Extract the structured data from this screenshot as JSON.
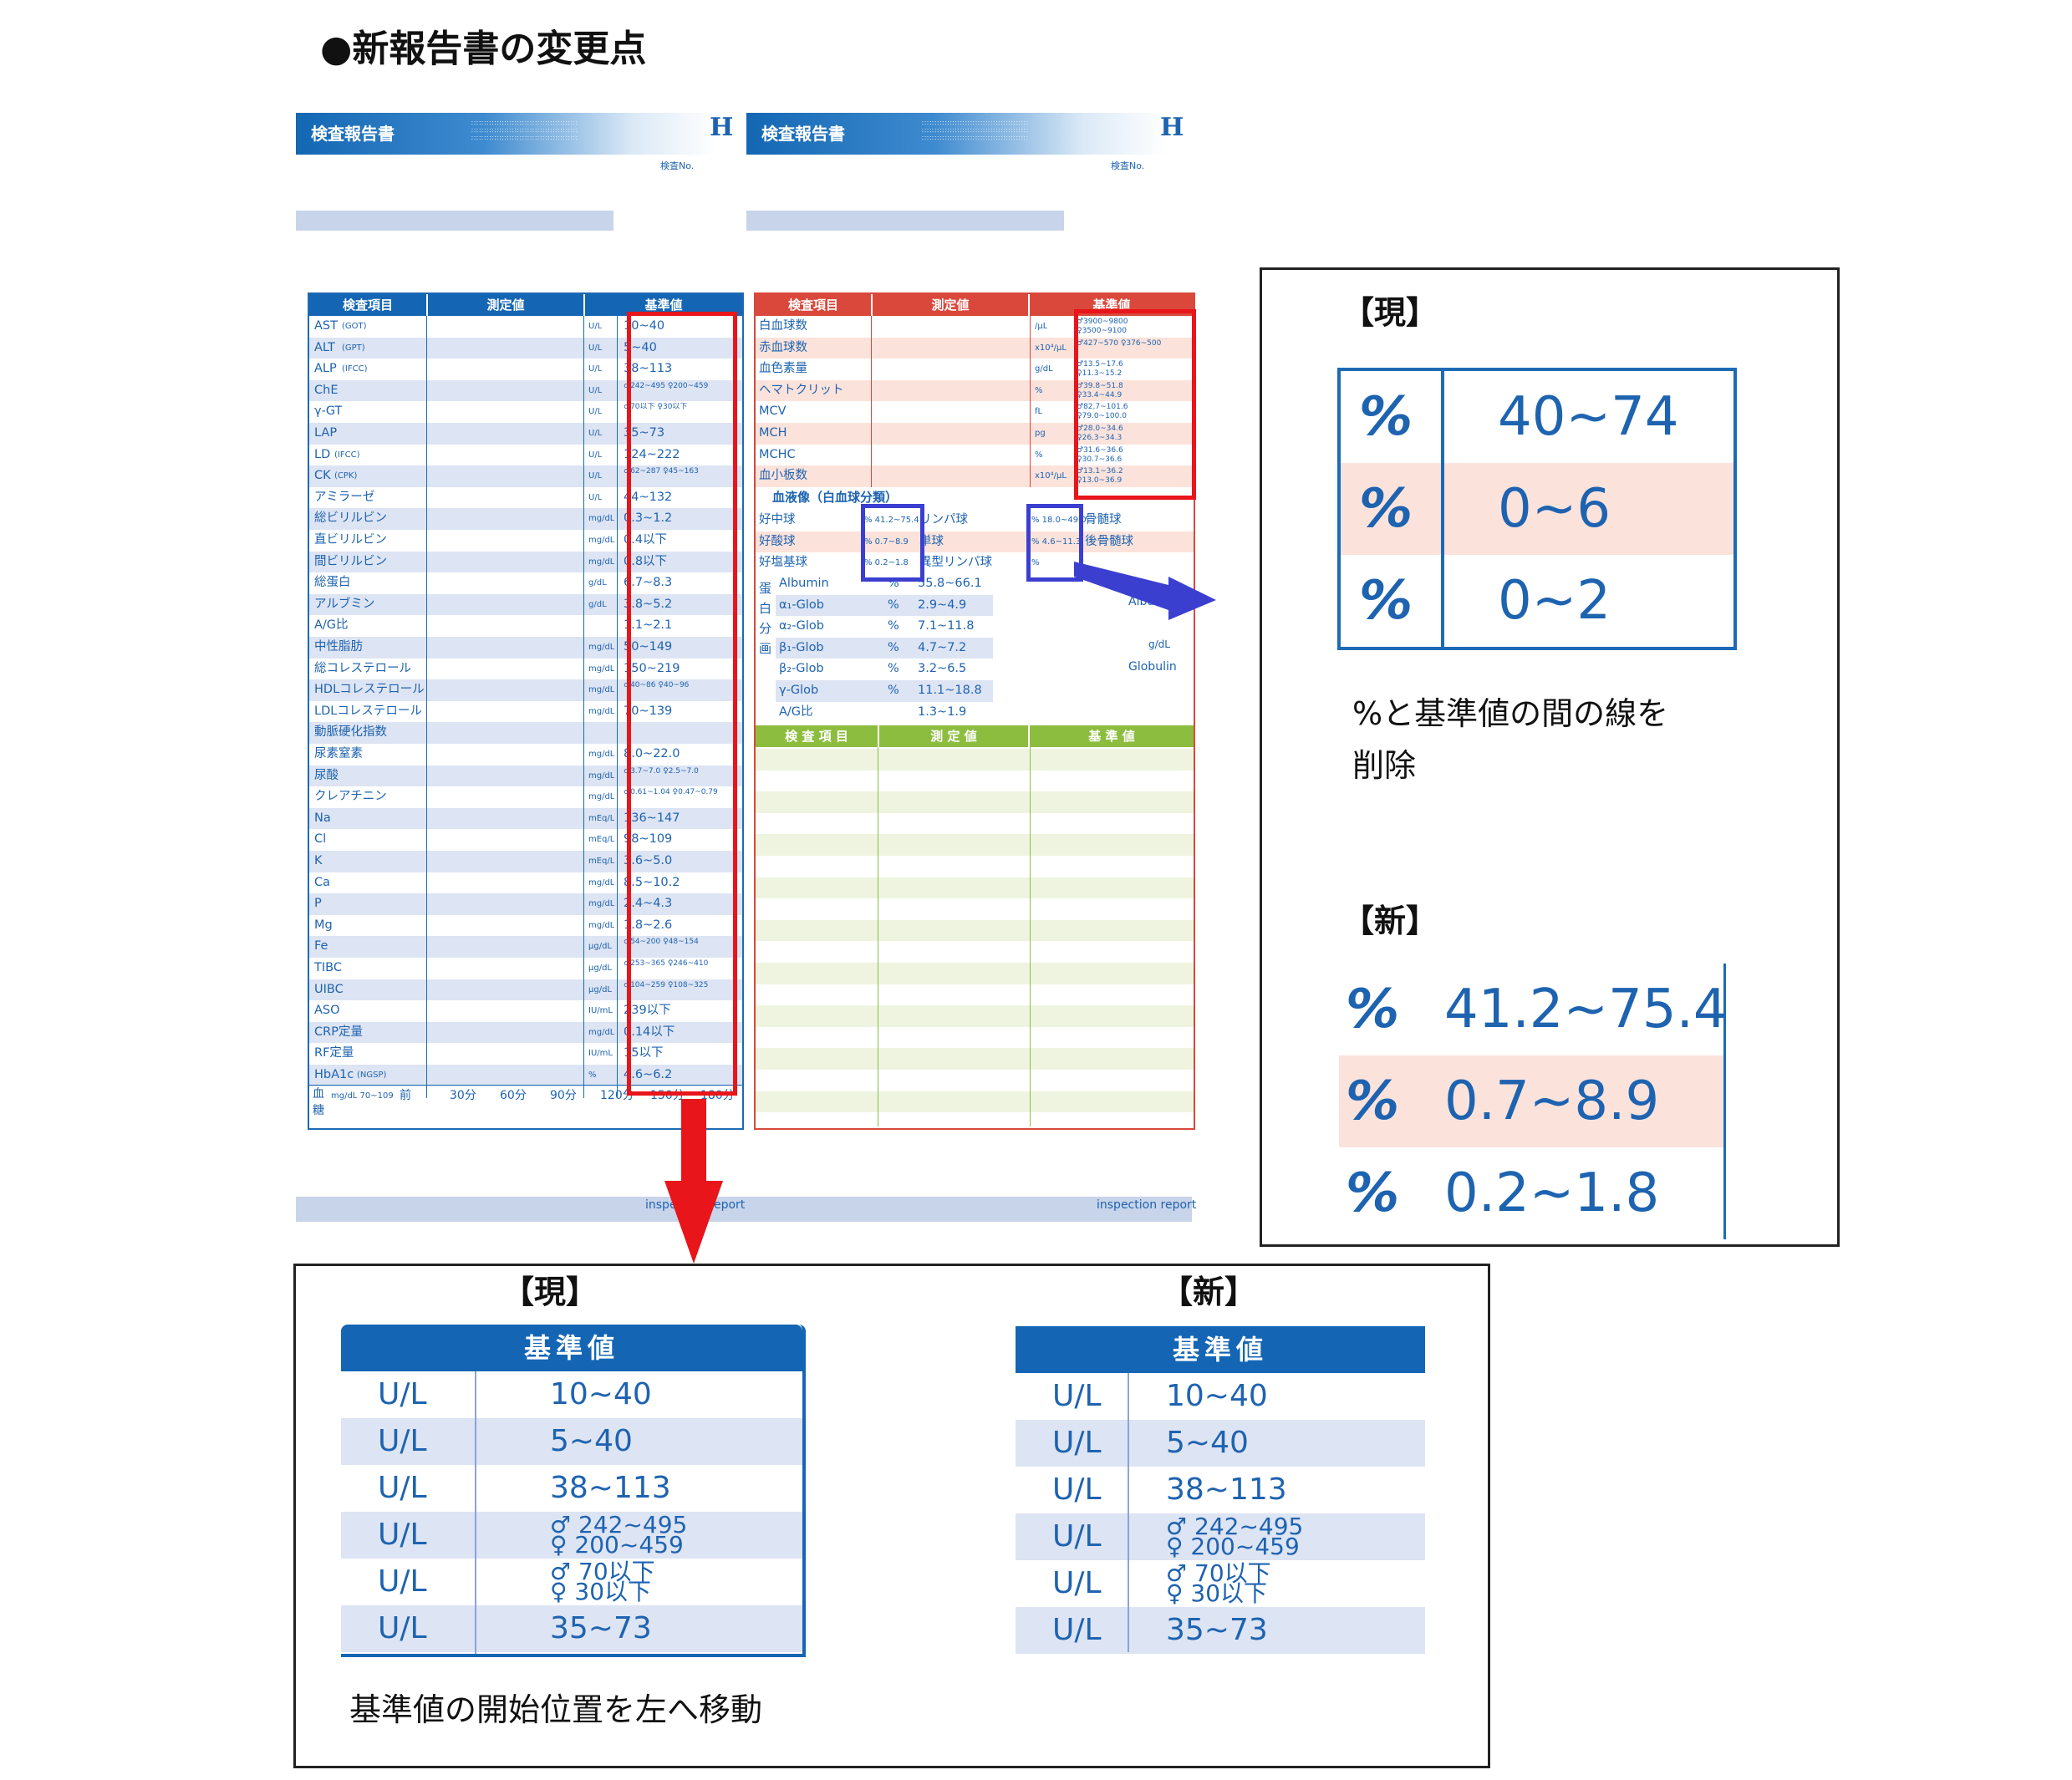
{
  "page_title": "●新報告書の変更点",
  "sheet": {
    "title": "検査報告書",
    "inspection_no": "検査No.",
    "footer": "inspection report",
    "logo": "H",
    "left_headers": [
      "検査項目",
      "測定値",
      "基準値"
    ],
    "right_headers": [
      "検査項目",
      "測定値",
      "基準値"
    ],
    "right_bottom_headers": [
      "検 査 項 目",
      "測 定 値",
      "基 準 値"
    ]
  },
  "left_rows": [
    {
      "item": "AST",
      "sub": "(GOT)",
      "unit": "U/L",
      "ref": "10~40"
    },
    {
      "item": "ALT",
      "sub": "(GPT)",
      "unit": "U/L",
      "ref": "5~40"
    },
    {
      "item": "ALP",
      "sub": "(IFCC)",
      "unit": "U/L",
      "ref": "38~113"
    },
    {
      "item": "ChE",
      "sub": "",
      "unit": "U/L",
      "ref": "♂242~495 ♀200~459"
    },
    {
      "item": "γ-GT",
      "sub": "",
      "unit": "U/L",
      "ref": "♂70以下 ♀30以下"
    },
    {
      "item": "LAP",
      "sub": "",
      "unit": "U/L",
      "ref": "35~73"
    },
    {
      "item": "LD",
      "sub": "(IFCC)",
      "unit": "U/L",
      "ref": "124~222"
    },
    {
      "item": "CK",
      "sub": "(CPK)",
      "unit": "U/L",
      "ref": "♂62~287 ♀45~163"
    },
    {
      "item": "アミラーゼ",
      "sub": "",
      "unit": "U/L",
      "ref": "44~132"
    },
    {
      "item": "総ビリルビン",
      "sub": "",
      "unit": "mg/dL",
      "ref": "0.3~1.2"
    },
    {
      "item": "直ビリルビン",
      "sub": "",
      "unit": "mg/dL",
      "ref": "0.4以下"
    },
    {
      "item": "間ビリルビン",
      "sub": "",
      "unit": "mg/dL",
      "ref": "0.8以下"
    },
    {
      "item": "総蛋白",
      "sub": "",
      "unit": "g/dL",
      "ref": "6.7~8.3"
    },
    {
      "item": "アルブミン",
      "sub": "",
      "unit": "g/dL",
      "ref": "3.8~5.2"
    },
    {
      "item": "A/G比",
      "sub": "",
      "unit": "",
      "ref": "1.1~2.1"
    },
    {
      "item": "中性脂肪",
      "sub": "",
      "unit": "mg/dL",
      "ref": "50~149"
    },
    {
      "item": "総コレステロール",
      "sub": "",
      "unit": "mg/dL",
      "ref": "150~219"
    },
    {
      "item": "HDLコレステロール",
      "sub": "",
      "unit": "mg/dL",
      "ref": "♂40~86 ♀40~96"
    },
    {
      "item": "LDLコレステロール",
      "sub": "",
      "unit": "mg/dL",
      "ref": "70~139"
    },
    {
      "item": "動脈硬化指数",
      "sub": "",
      "unit": "",
      "ref": ""
    },
    {
      "item": "尿素窒素",
      "sub": "",
      "unit": "mg/dL",
      "ref": "8.0~22.0"
    },
    {
      "item": "尿酸",
      "sub": "",
      "unit": "mg/dL",
      "ref": "♂3.7~7.0 ♀2.5~7.0"
    },
    {
      "item": "クレアチニン",
      "sub": "",
      "unit": "mg/dL",
      "ref": "♂0.61~1.04 ♀0.47~0.79"
    },
    {
      "item": "Na",
      "sub": "",
      "unit": "mEq/L",
      "ref": "136~147"
    },
    {
      "item": "Cl",
      "sub": "",
      "unit": "mEq/L",
      "ref": "98~109"
    },
    {
      "item": "K",
      "sub": "",
      "unit": "mEq/L",
      "ref": "3.6~5.0"
    },
    {
      "item": "Ca",
      "sub": "",
      "unit": "mg/dL",
      "ref": "8.5~10.2"
    },
    {
      "item": "P",
      "sub": "",
      "unit": "mg/dL",
      "ref": "2.4~4.3"
    },
    {
      "item": "Mg",
      "sub": "",
      "unit": "mg/dL",
      "ref": "1.8~2.6"
    },
    {
      "item": "Fe",
      "sub": "",
      "unit": "μg/dL",
      "ref": "♂54~200 ♀48~154"
    },
    {
      "item": "TIBC",
      "sub": "",
      "unit": "μg/dL",
      "ref": "♂253~365 ♀246~410"
    },
    {
      "item": "UIBC",
      "sub": "",
      "unit": "μg/dL",
      "ref": "♂104~259 ♀108~325"
    },
    {
      "item": "ASO",
      "sub": "",
      "unit": "IU/mL",
      "ref": "239以下"
    },
    {
      "item": "CRP定量",
      "sub": "",
      "unit": "mg/dL",
      "ref": "0.14以下"
    },
    {
      "item": "RF定量",
      "sub": "",
      "unit": "IU/mL",
      "ref": "15以下"
    },
    {
      "item": "HbA1c",
      "sub": "(NGSP)",
      "unit": "%",
      "ref": "4.6~6.2"
    }
  ],
  "glucose_row": {
    "label": "血糖",
    "unit": "mg/dL 70~109",
    "cols": [
      "前",
      "30分",
      "60分",
      "90分",
      "120分",
      "150分",
      "180分"
    ]
  },
  "right_rows": [
    {
      "item": "白血球数",
      "unit": "/μL",
      "ref": "♂3900~9800 ♀3500~9100"
    },
    {
      "item": "赤血球数",
      "unit": "x10⁴/μL",
      "ref": "♂427~570 ♀376~500"
    },
    {
      "item": "血色素量",
      "unit": "g/dL",
      "ref": "♂13.5~17.6 ♀11.3~15.2"
    },
    {
      "item": "ヘマトクリット",
      "unit": "%",
      "ref": "♂39.8~51.8 ♀33.4~44.9"
    },
    {
      "item": "MCV",
      "unit": "fL",
      "ref": "♂82.7~101.6 ♀79.0~100.0"
    },
    {
      "item": "MCH",
      "unit": "pg",
      "ref": "♂28.0~34.6 ♀26.3~34.3"
    },
    {
      "item": "MCHC",
      "unit": "%",
      "ref": "♂31.6~36.6 ♀30.7~36.6"
    },
    {
      "item": "血小板数",
      "unit": "x10⁴/μL",
      "ref": "♂13.1~36.2 ♀13.0~36.9"
    }
  ],
  "blood_image_title": "血液像（白血球分類）",
  "blood_image_rows": [
    {
      "left": "好中球",
      "left_ref": "% 41.2~75.4",
      "right": "リンパ球",
      "right_ref": "% 18.0~49.0",
      "extra": "骨髄球"
    },
    {
      "left": "好酸球",
      "left_ref": "% 0.7~8.9",
      "right": "単球",
      "right_ref": "% 4.6~11.3",
      "extra": "後骨髄球"
    },
    {
      "left": "好塩基球",
      "left_ref": "% 0.2~1.8",
      "right": "異型リンパ球",
      "right_ref": "%",
      "extra": ""
    }
  ],
  "protein_group_label": "蛋白分画",
  "protein_rows": [
    {
      "item": "Albumin",
      "unit": "%",
      "ref": "55.8~66.1"
    },
    {
      "item": "α₁-Glob",
      "unit": "%",
      "ref": "2.9~4.9"
    },
    {
      "item": "α₂-Glob",
      "unit": "%",
      "ref": "7.1~11.8"
    },
    {
      "item": "β₁-Glob",
      "unit": "%",
      "ref": "4.7~7.2"
    },
    {
      "item": "β₂-Glob",
      "unit": "%",
      "ref": "3.2~6.5"
    },
    {
      "item": "γ-Glob",
      "unit": "%",
      "ref": "11.1~18.8"
    },
    {
      "item": "A/G比",
      "unit": "",
      "ref": "1.3~1.9"
    }
  ],
  "protein_side": {
    "albumin": "Albumin",
    "unit": "g/dL",
    "globulin": "Globulin"
  },
  "right_compare": {
    "current_label": "【現】",
    "current_rows": [
      {
        "unit": "%",
        "value": "40~74"
      },
      {
        "unit": "%",
        "value": "0~6"
      },
      {
        "unit": "%",
        "value": "0~2"
      }
    ],
    "note_line1": "%と基準値の間の線を",
    "note_line2": "削除",
    "new_label": "【新】",
    "new_rows": [
      {
        "unit": "%",
        "value": "41.2~75.4"
      },
      {
        "unit": "%",
        "value": "0.7~8.9"
      },
      {
        "unit": "%",
        "value": "0.2~1.8"
      }
    ]
  },
  "bottom_compare": {
    "current_label": "【現】",
    "new_label": "【新】",
    "header": "基準値",
    "rows": [
      {
        "unit": "U/L",
        "value": "10~40"
      },
      {
        "unit": "U/L",
        "value": "5~40"
      },
      {
        "unit": "U/L",
        "value": "38~113"
      },
      {
        "unit": "U/L",
        "value": "♂ 242~495",
        "value2": "♀ 200~459"
      },
      {
        "unit": "U/L",
        "value": "♂ 70以下",
        "value2": "♀ 30以下"
      },
      {
        "unit": "U/L",
        "value": "35~73"
      }
    ],
    "note": "基準値の開始位置を左へ移動"
  },
  "colors": {
    "blue": "#1466b4",
    "red_header": "#d9483b",
    "green_header": "#8dbd3f",
    "highlight_red": "#e8151a",
    "highlight_blue": "#3b3fd0"
  }
}
